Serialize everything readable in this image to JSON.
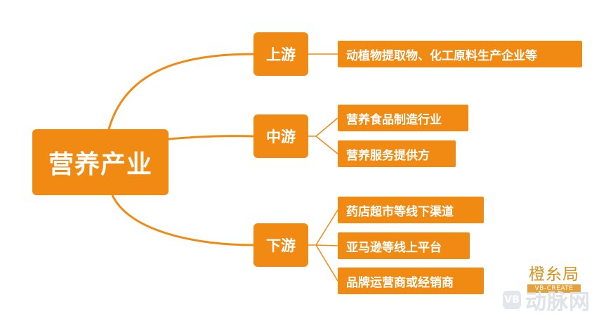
{
  "root": {
    "label": "营养产业"
  },
  "stages": {
    "upstream": {
      "label": "上游",
      "items": [
        "动植物提取物、化工原料生产企业等"
      ]
    },
    "midstream": {
      "label": "中游",
      "items": [
        "营养食品制造行业",
        "营养服务提供方"
      ]
    },
    "downstream": {
      "label": "下游",
      "items": [
        "药店超市等线下渠道",
        "亚马逊等线上平台",
        "品牌运营商或经销商"
      ]
    }
  },
  "watermarks": {
    "logo_text": "橙糸局",
    "logo_sub": "VB-CREATE",
    "brand_icon": "VB",
    "brand_text": "动脉网"
  },
  "colors": {
    "node": "#f08a12",
    "connector": "#f08a12",
    "node_text": "#ffffff"
  }
}
